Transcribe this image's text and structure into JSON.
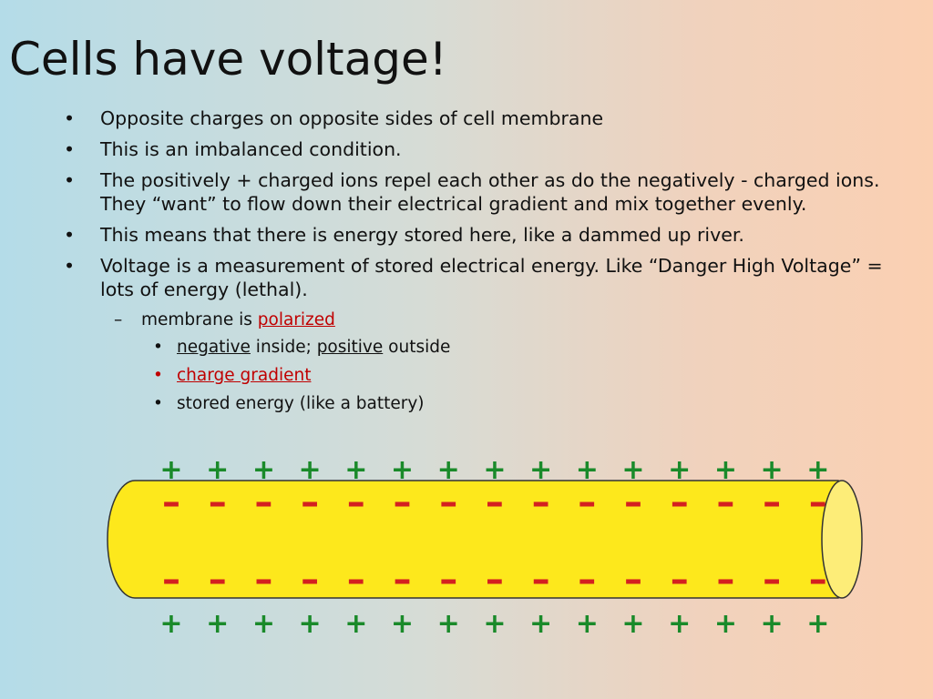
{
  "title": "Cells have voltage!",
  "bullets": [
    "Opposite charges on opposite sides of cell membrane",
    "This is an imbalanced condition.",
    "The positively + charged ions repel each other as do the negatively - charged ions. They “want” to flow down their electrical gradient and mix together evenly.",
    "This means that there is energy stored here, like a dammed up river.",
    "Voltage is a measurement of stored electrical energy. Like “Danger High Voltage” = lots of energy (lethal)."
  ],
  "sub": {
    "dash": "–",
    "prefix": "membrane is ",
    "link": "polarized",
    "items": {
      "negative": "negative",
      "inside": " inside; ",
      "positive": "positive",
      "outside": " outside",
      "charge_gradient": "charge gradient",
      "battery": "stored energy (like a battery)"
    }
  },
  "diagram": {
    "plus": "+",
    "minus": "–",
    "count": 15,
    "colors": {
      "plus": "#1a8a2a",
      "minus": "#d42020",
      "cylinder": "#fde81c",
      "cap": "#fded78"
    }
  }
}
